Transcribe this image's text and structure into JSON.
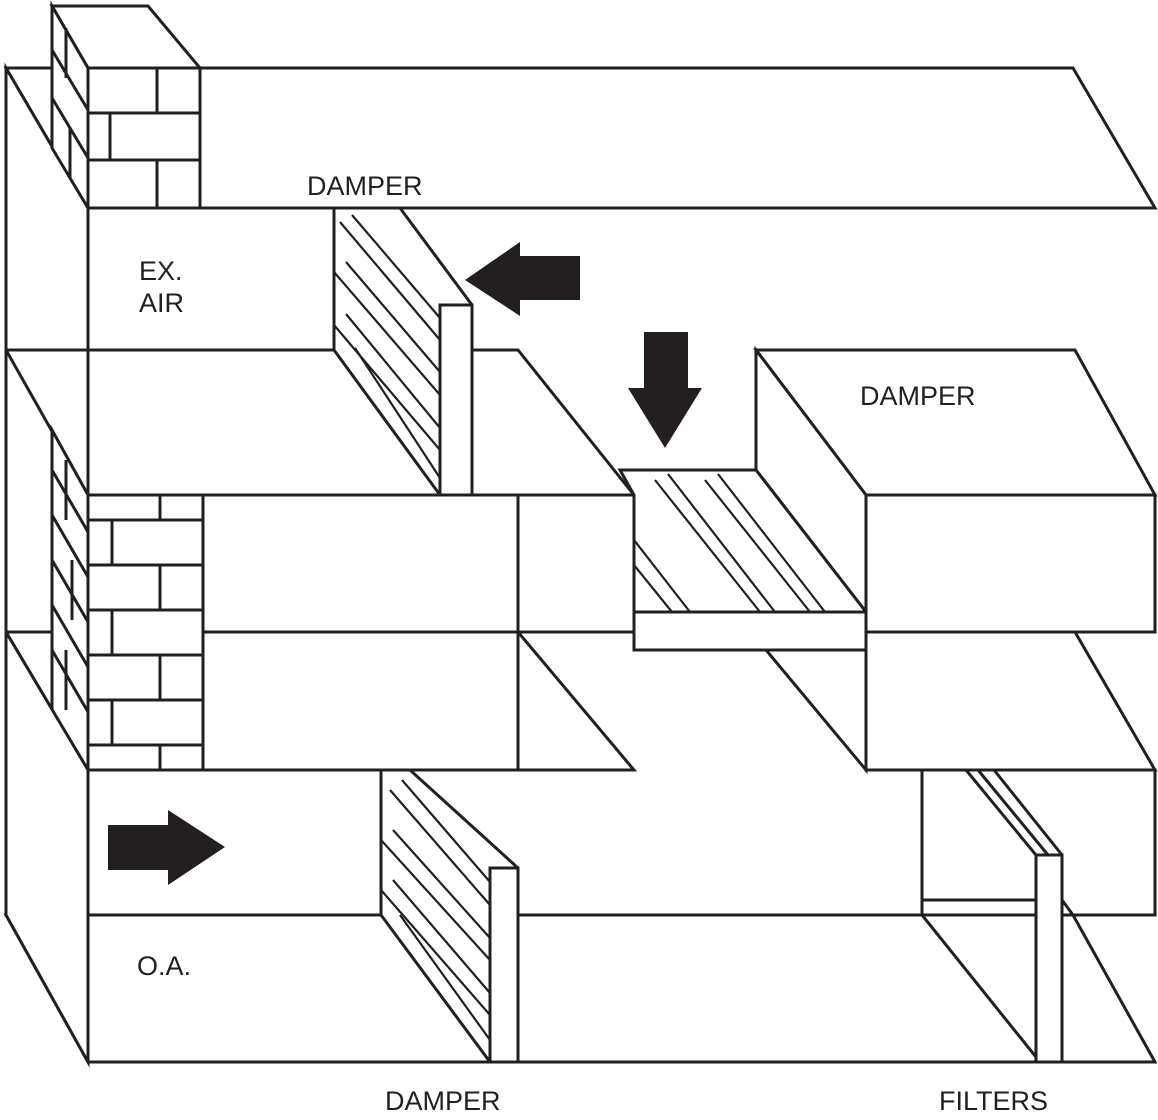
{
  "labels": {
    "damper_top": "DAMPER",
    "exhaust_air_line1": "EX.",
    "exhaust_air_line2": "AIR",
    "damper_right": "DAMPER",
    "outside_air": "O.A.",
    "damper_bottom": "DAMPER",
    "filters": "FILTERS"
  },
  "colors": {
    "line": "#231f20",
    "fill": "#ffffff",
    "arrow": "#231f20"
  },
  "arrows": [
    {
      "name": "exhaust-air-flow-arrow",
      "direction": "left"
    },
    {
      "name": "return-air-flow-arrow",
      "direction": "down"
    },
    {
      "name": "outside-air-flow-arrow",
      "direction": "right"
    }
  ]
}
